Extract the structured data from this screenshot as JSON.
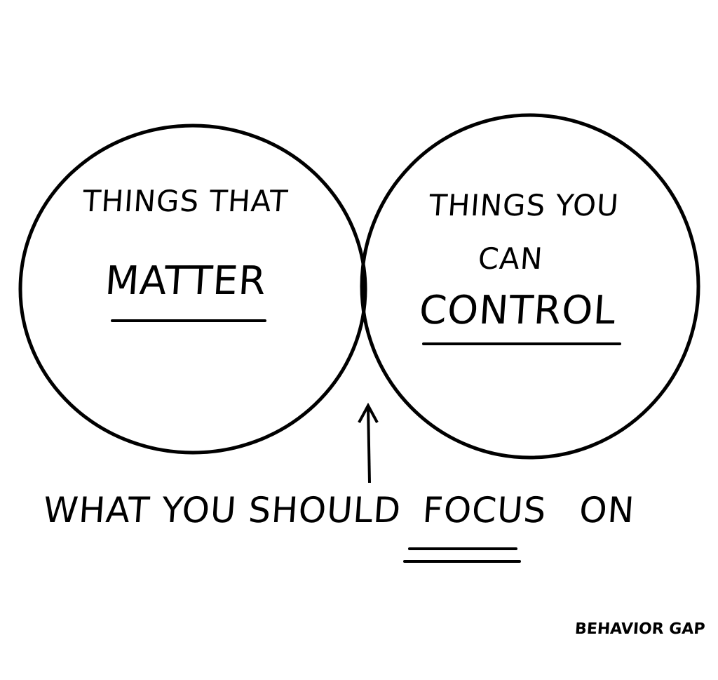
{
  "diagram": {
    "left_circle": {
      "line1": "THINGS THAT",
      "line2": "MATTER"
    },
    "right_circle": {
      "line1": "THINGS YOU",
      "line2": "CAN",
      "line3": "CONTROL"
    },
    "caption": {
      "before": "WHAT YOU SHOULD",
      "focus": "FOCUS",
      "after": "ON"
    },
    "signature": "BEHAVIOR GAP",
    "colors": {
      "ink": "#000000",
      "background": "#ffffff"
    }
  }
}
